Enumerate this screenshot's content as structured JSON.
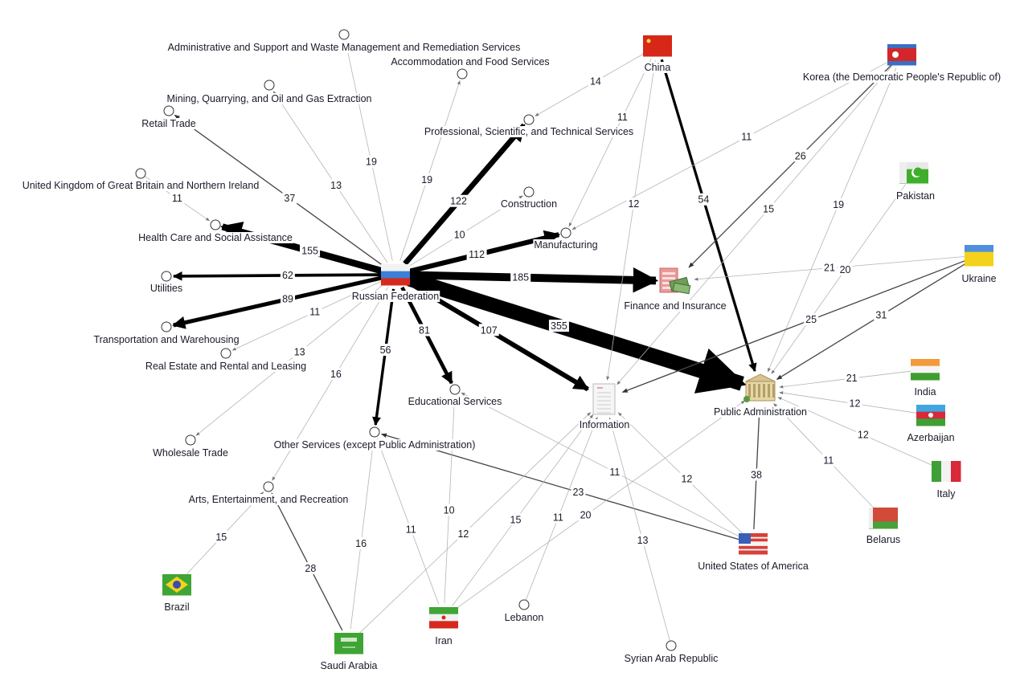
{
  "graph": {
    "nodes": [
      {
        "id": "russia",
        "label": "Russian Federation",
        "kind": "flag",
        "icon": "flag-russia-icon",
        "colors": [
          "#f2f2f2",
          "#3b7fd9",
          "#d52b1e"
        ]
      },
      {
        "id": "china",
        "label": "China",
        "kind": "flag",
        "icon": "flag-china-icon",
        "colors": [
          "#d62718",
          "#d62718",
          "#d62718"
        ]
      },
      {
        "id": "korea",
        "label": "Korea (the Democratic People's Republic of)",
        "kind": "flag",
        "icon": "flag-north-korea-icon",
        "colors": [
          "#3a6fc2",
          "#d2262b",
          "#3a6fc2"
        ]
      },
      {
        "id": "pakistan",
        "label": "Pakistan",
        "kind": "flag",
        "icon": "flag-pakistan-icon",
        "colors": [
          "#e8e8e8",
          "#3fae2a",
          "#3fae2a"
        ]
      },
      {
        "id": "ukraine",
        "label": "Ukraine",
        "kind": "flag",
        "icon": "flag-ukraine-icon",
        "colors": [
          "#4f8fdb",
          "#f4d21c",
          "#f4d21c"
        ]
      },
      {
        "id": "india",
        "label": "India",
        "kind": "flag",
        "icon": "flag-india-icon",
        "colors": [
          "#f39a3b",
          "#f5f5f5",
          "#3f9e2e"
        ]
      },
      {
        "id": "azerbaijan",
        "label": "Azerbaijan",
        "kind": "flag",
        "icon": "flag-azerbaijan-icon",
        "colors": [
          "#3fa6e0",
          "#d8283a",
          "#3e9f35"
        ]
      },
      {
        "id": "italy",
        "label": "Italy",
        "kind": "vflag",
        "icon": "flag-italy-icon",
        "colors": [
          "#3e9f35",
          "#f2f2f2",
          "#d8283a"
        ]
      },
      {
        "id": "belarus",
        "label": "Belarus",
        "kind": "flag",
        "icon": "flag-belarus-icon",
        "colors": [
          "#d14a3a",
          "#d14a3a",
          "#4aa03a"
        ]
      },
      {
        "id": "usa",
        "label": "United States of America",
        "kind": "flag",
        "icon": "flag-usa-icon",
        "colors": [
          "#d8403a",
          "#f5f5f5",
          "#d8403a"
        ]
      },
      {
        "id": "brazil",
        "label": "Brazil",
        "kind": "flag",
        "icon": "flag-brazil-icon",
        "colors": [
          "#3fa535",
          "#3fa535",
          "#3fa535"
        ]
      },
      {
        "id": "saudi",
        "label": "Saudi Arabia",
        "kind": "flag",
        "icon": "flag-saudi-arabia-icon",
        "colors": [
          "#3ea535",
          "#3ea535",
          "#3ea535"
        ]
      },
      {
        "id": "iran",
        "label": "Iran",
        "kind": "flag",
        "icon": "flag-iran-icon",
        "colors": [
          "#3fa535",
          "#f2f2f2",
          "#d8281e"
        ]
      },
      {
        "id": "finance",
        "label": "Finance and Insurance",
        "kind": "finance",
        "icon": "finance-money-icon"
      },
      {
        "id": "information",
        "label": "Information",
        "kind": "doc",
        "icon": "document-icon"
      },
      {
        "id": "publicadmin",
        "label": "Public Administration",
        "kind": "building",
        "icon": "government-building-icon"
      },
      {
        "id": "adminsupport",
        "label": "Administrative and Support and Waste Management and Remediation Services",
        "kind": "circle",
        "icon": "node-circle-icon"
      },
      {
        "id": "accommodation",
        "label": "Accommodation and Food Services",
        "kind": "circle",
        "icon": "node-circle-icon"
      },
      {
        "id": "mining",
        "label": "Mining, Quarrying, and Oil and Gas Extraction",
        "kind": "circle",
        "icon": "node-circle-icon"
      },
      {
        "id": "retail",
        "label": "Retail Trade",
        "kind": "circle",
        "icon": "node-circle-icon"
      },
      {
        "id": "uk",
        "label": "United Kingdom of Great Britain and Northern Ireland",
        "kind": "circle",
        "icon": "node-circle-icon"
      },
      {
        "id": "health",
        "label": "Health Care and Social Assistance",
        "kind": "circle",
        "icon": "node-circle-icon"
      },
      {
        "id": "utilities",
        "label": "Utilities",
        "kind": "circle",
        "icon": "node-circle-icon"
      },
      {
        "id": "transport",
        "label": "Transportation and Warehousing",
        "kind": "circle",
        "icon": "node-circle-icon"
      },
      {
        "id": "realestate",
        "label": "Real Estate and Rental and Leasing",
        "kind": "circle",
        "icon": "node-circle-icon"
      },
      {
        "id": "wholesale",
        "label": "Wholesale Trade",
        "kind": "circle",
        "icon": "node-circle-icon"
      },
      {
        "id": "arts",
        "label": "Arts, Entertainment, and Recreation",
        "kind": "circle",
        "icon": "node-circle-icon"
      },
      {
        "id": "otherservices",
        "label": "Other Services (except Public Administration)",
        "kind": "circle",
        "icon": "node-circle-icon"
      },
      {
        "id": "educational",
        "label": "Educational Services",
        "kind": "circle",
        "icon": "node-circle-icon"
      },
      {
        "id": "construction",
        "label": "Construction",
        "kind": "circle",
        "icon": "node-circle-icon"
      },
      {
        "id": "manufacturing",
        "label": "Manufacturing",
        "kind": "circle",
        "icon": "node-circle-icon"
      },
      {
        "id": "profsci",
        "label": "Professional, Scientific, and Technical Services",
        "kind": "circle",
        "icon": "node-circle-icon"
      },
      {
        "id": "lebanon",
        "label": "Lebanon",
        "kind": "circle",
        "icon": "node-circle-icon"
      },
      {
        "id": "syria",
        "label": "Syrian Arab Republic",
        "kind": "circle",
        "icon": "node-circle-icon"
      }
    ],
    "edges": [
      {
        "from": "russia",
        "to": "adminsupport",
        "value": 19
      },
      {
        "from": "russia",
        "to": "accommodation",
        "value": 19
      },
      {
        "from": "russia",
        "to": "mining",
        "value": 13
      },
      {
        "from": "russia",
        "to": "retail",
        "value": 37
      },
      {
        "from": "russia",
        "to": "profsci",
        "value": 122
      },
      {
        "from": "russia",
        "to": "construction",
        "value": 10
      },
      {
        "from": "russia",
        "to": "manufacturing",
        "value": 112
      },
      {
        "from": "russia",
        "to": "finance",
        "value": 185
      },
      {
        "from": "russia",
        "to": "publicadmin",
        "value": 355
      },
      {
        "from": "russia",
        "to": "information",
        "value": 107
      },
      {
        "from": "russia",
        "to": "educational",
        "value": 81
      },
      {
        "from": "russia",
        "to": "otherservices",
        "value": 56
      },
      {
        "from": "russia",
        "to": "wholesale",
        "value": 13
      },
      {
        "from": "russia",
        "to": "arts",
        "value": 16
      },
      {
        "from": "russia",
        "to": "realestate",
        "value": 11
      },
      {
        "from": "russia",
        "to": "transport",
        "value": 89
      },
      {
        "from": "russia",
        "to": "utilities",
        "value": 62
      },
      {
        "from": "russia",
        "to": "health",
        "value": 155
      },
      {
        "from": "uk",
        "to": "health",
        "value": 11
      },
      {
        "from": "china",
        "to": "profsci",
        "value": 14
      },
      {
        "from": "china",
        "to": "manufacturing",
        "value": 11
      },
      {
        "from": "china",
        "to": "information",
        "value": 12
      },
      {
        "from": "china",
        "to": "publicadmin",
        "value": 54
      },
      {
        "from": "korea",
        "to": "manufacturing",
        "value": 11
      },
      {
        "from": "korea",
        "to": "finance",
        "value": 26
      },
      {
        "from": "korea",
        "to": "information",
        "value": 15
      },
      {
        "from": "korea",
        "to": "publicadmin",
        "value": 19
      },
      {
        "from": "pakistan",
        "to": "publicadmin",
        "value": 20
      },
      {
        "from": "ukraine",
        "to": "finance",
        "value": 21
      },
      {
        "from": "ukraine",
        "to": "information",
        "value": 25
      },
      {
        "from": "ukraine",
        "to": "publicadmin",
        "value": 31
      },
      {
        "from": "india",
        "to": "publicadmin",
        "value": 21
      },
      {
        "from": "azerbaijan",
        "to": "publicadmin",
        "value": 12
      },
      {
        "from": "italy",
        "to": "publicadmin",
        "value": 12
      },
      {
        "from": "belarus",
        "to": "publicadmin",
        "value": 11
      },
      {
        "from": "usa",
        "to": "publicadmin",
        "value": 38
      },
      {
        "from": "usa",
        "to": "information",
        "value": 12
      },
      {
        "from": "usa",
        "to": "educational",
        "value": 11
      },
      {
        "from": "usa",
        "to": "otherservices",
        "value": 23
      },
      {
        "from": "saudi",
        "to": "arts",
        "value": 28
      },
      {
        "from": "saudi",
        "to": "otherservices",
        "value": 16
      },
      {
        "from": "saudi",
        "to": "information",
        "value": 12
      },
      {
        "from": "brazil",
        "to": "arts",
        "value": 15
      },
      {
        "from": "iran",
        "to": "otherservices",
        "value": 11
      },
      {
        "from": "iran",
        "to": "educational",
        "value": 10
      },
      {
        "from": "iran",
        "to": "information",
        "value": 15
      },
      {
        "from": "iran",
        "to": "publicadmin",
        "value": 20
      },
      {
        "from": "lebanon",
        "to": "information",
        "value": 11
      },
      {
        "from": "syria",
        "to": "information",
        "value": 13
      }
    ]
  }
}
